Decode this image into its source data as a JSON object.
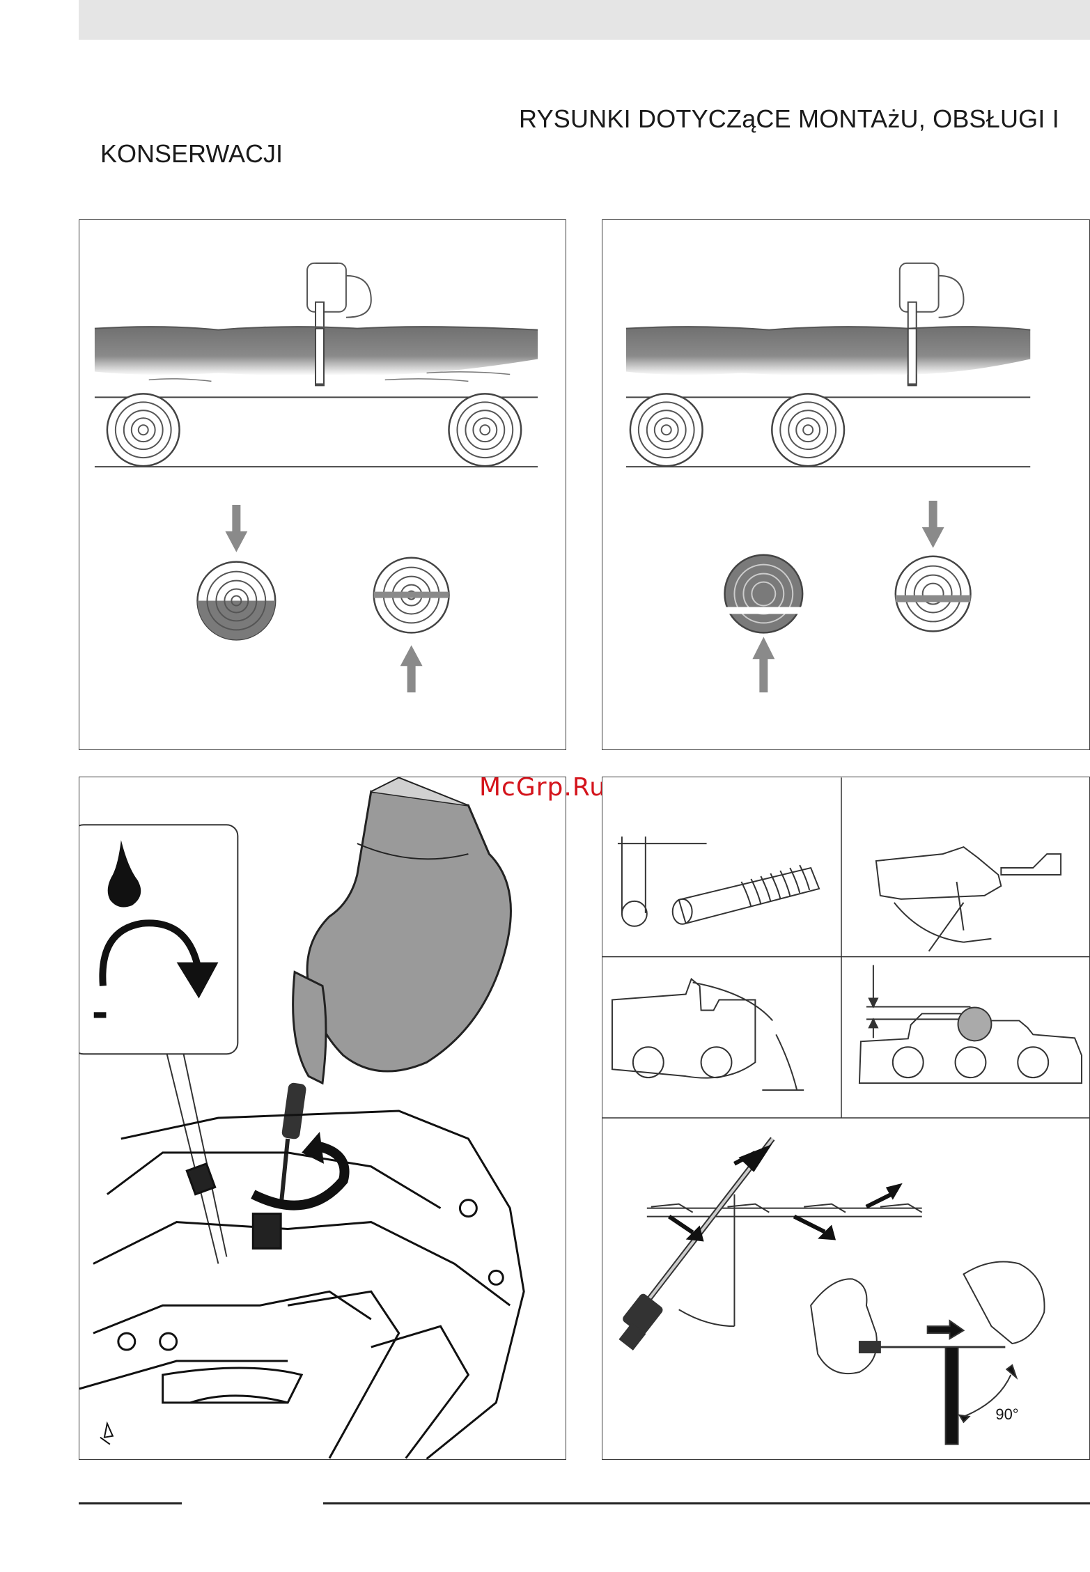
{
  "header": {
    "title_line1": "RYSUNKI DOTYCZąCE MONTAżU, OBSŁUGI I",
    "title_line2": "KONSERWACJI"
  },
  "watermark": "McGrp.Ru",
  "figures": {
    "sharpening_angle_label": "90°",
    "oil_adjust_symbol": "-"
  },
  "colors": {
    "watermark": "#d4141c",
    "arrow_gray": "#8a8a8a",
    "log_gray": "#7a7a7a",
    "glove_gray": "#9a9a9a"
  }
}
